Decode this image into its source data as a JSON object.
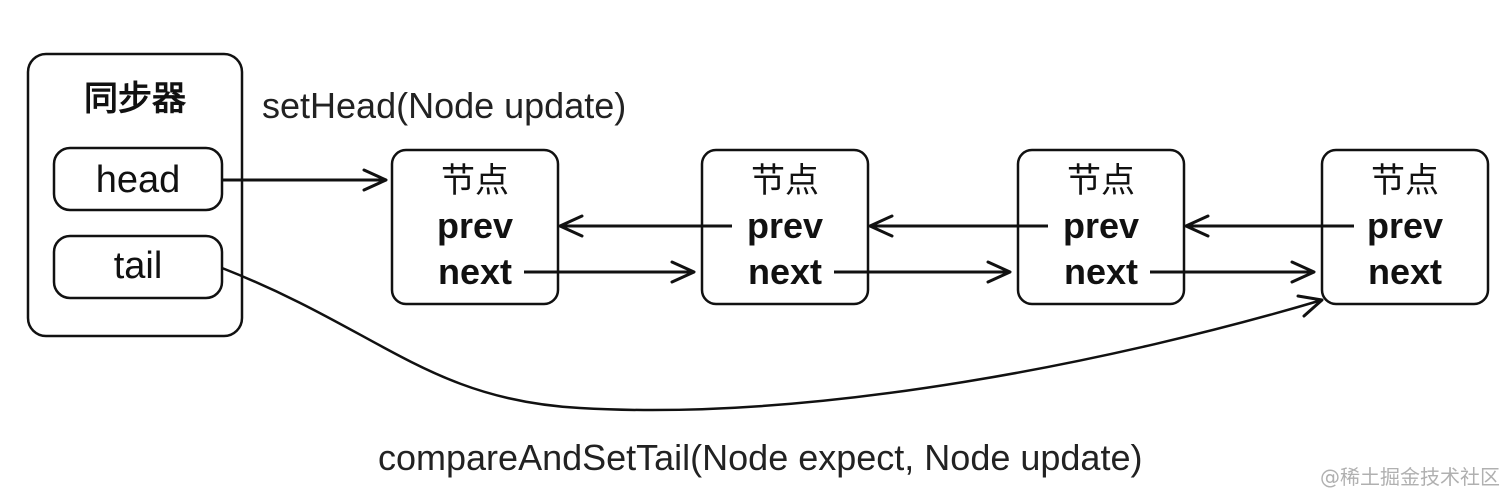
{
  "synchronizer": {
    "title": "同步器",
    "head_label": "head",
    "tail_label": "tail"
  },
  "nodes": [
    {
      "title": "节点",
      "prev_label": "prev",
      "next_label": "next"
    },
    {
      "title": "节点",
      "prev_label": "prev",
      "next_label": "next"
    },
    {
      "title": "节点",
      "prev_label": "prev",
      "next_label": "next"
    },
    {
      "title": "节点",
      "prev_label": "prev",
      "next_label": "next"
    }
  ],
  "labels": {
    "set_head": "setHead(Node update)",
    "compare_and_set_tail": "compareAndSetTail(Node expect, Node update)"
  },
  "watermark": "@稀土掘金技术社区",
  "colors": {
    "stroke": "#111111",
    "background": "#ffffff",
    "watermark": "#b0b0b0"
  }
}
